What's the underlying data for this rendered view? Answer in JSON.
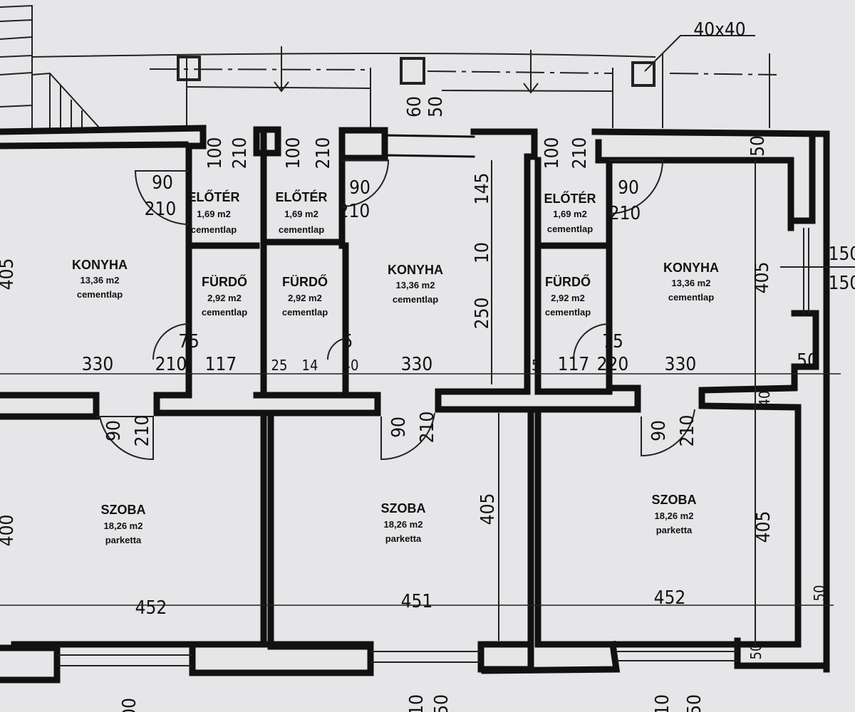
{
  "rooms": [
    {
      "name": "KONYHA",
      "area": "13,36 m2",
      "floor": "cementlap"
    },
    {
      "name": "ELŐTÉR",
      "area": "1,69 m2",
      "floor": "cementlap"
    },
    {
      "name": "ELŐTÉR",
      "area": "1,69 m2",
      "floor": "cementlap"
    },
    {
      "name": "FÜRDŐ",
      "area": "2,92 m2",
      "floor": "cementlap"
    },
    {
      "name": "FÜRDŐ",
      "area": "2,92 m2",
      "floor": "cementlap"
    },
    {
      "name": "KONYHA",
      "area": "13,36 m2",
      "floor": "cementlap"
    },
    {
      "name": "ELŐTÉR",
      "area": "1,69 m2",
      "floor": "cementlap"
    },
    {
      "name": "FÜRDŐ",
      "area": "2,92 m2",
      "floor": "cementlap"
    },
    {
      "name": "KONYHA",
      "area": "13,36 m2",
      "floor": "cementlap"
    },
    {
      "name": "SZOBA",
      "area": "18,26 m2",
      "floor": "parketta"
    },
    {
      "name": "SZOBA",
      "area": "18,26 m2",
      "floor": "parketta"
    },
    {
      "name": "SZOBA",
      "area": "18,26 m2",
      "floor": "parketta"
    }
  ],
  "dims": [
    "40x40",
    "60",
    "50",
    "100",
    "210",
    "100",
    "210",
    "100",
    "210",
    "90",
    "210",
    "90",
    "210",
    "90",
    "210",
    "145",
    "10",
    "250",
    "405",
    "150",
    "150",
    "50",
    "330",
    "210",
    "117",
    "75",
    "25",
    "14",
    "40",
    "5",
    "330",
    "25",
    "117",
    "220",
    "75",
    "330",
    "50",
    "40",
    "90",
    "210",
    "90",
    "210",
    "90",
    "210",
    "405",
    "405",
    "452",
    "451",
    "452",
    "50",
    "50",
    "10",
    "50",
    "10",
    "50",
    "00",
    "405",
    "400"
  ]
}
